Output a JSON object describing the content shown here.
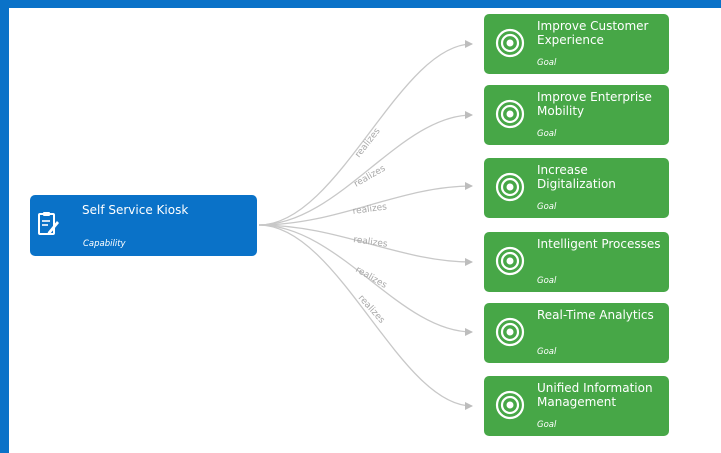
{
  "source": {
    "title": "Self Service Kiosk",
    "type": "Capability",
    "icon": "capability-icon"
  },
  "goals": [
    {
      "title": "Improve Customer Experience",
      "type": "Goal",
      "icon": "goal-target-icon"
    },
    {
      "title": "Improve Enterprise Mobility",
      "type": "Goal",
      "icon": "goal-target-icon"
    },
    {
      "title": "Increase Digitalization",
      "type": "Goal",
      "icon": "goal-target-icon"
    },
    {
      "title": "Intelligent Processes",
      "type": "Goal",
      "icon": "goal-target-icon"
    },
    {
      "title": "Real-Time Analytics",
      "type": "Goal",
      "icon": "goal-target-icon"
    },
    {
      "title": "Unified Information Management",
      "type": "Goal",
      "icon": "goal-target-icon"
    }
  ],
  "edges": [
    {
      "label": "realizes"
    },
    {
      "label": "realizes"
    },
    {
      "label": "realizes"
    },
    {
      "label": "realizes"
    },
    {
      "label": "realizes"
    },
    {
      "label": "realizes"
    }
  ],
  "colors": {
    "frame": "#0a72c8",
    "capability": "#0a72c8",
    "goal": "#47a747",
    "edge": "#c8c8c8",
    "edge_label": "#a8a8a8"
  }
}
